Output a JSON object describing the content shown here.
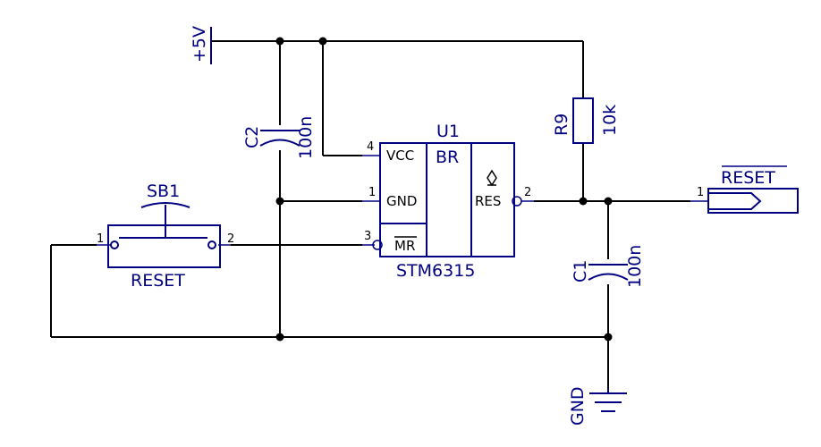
{
  "colors": {
    "wire": "#000000",
    "component": "#000080",
    "background": "#ffffff"
  },
  "power": {
    "label": "+5V"
  },
  "ground": {
    "label": "GND"
  },
  "c2": {
    "ref": "C2",
    "value": "100n"
  },
  "c1": {
    "ref": "C1",
    "value": "100n"
  },
  "r9": {
    "ref": "R9",
    "value": "10k"
  },
  "u1": {
    "ref": "U1",
    "part": "STM6315",
    "section": "BR",
    "pins": [
      {
        "num": "4",
        "name": "VCC"
      },
      {
        "num": "1",
        "name": "GND"
      },
      {
        "num": "3",
        "name": "MR"
      },
      {
        "num": "2",
        "name": "RES"
      }
    ]
  },
  "sb1": {
    "ref": "SB1",
    "value": "RESET",
    "pin1": "1",
    "pin2": "2"
  },
  "port": {
    "label": "RESET",
    "pin": "1"
  }
}
